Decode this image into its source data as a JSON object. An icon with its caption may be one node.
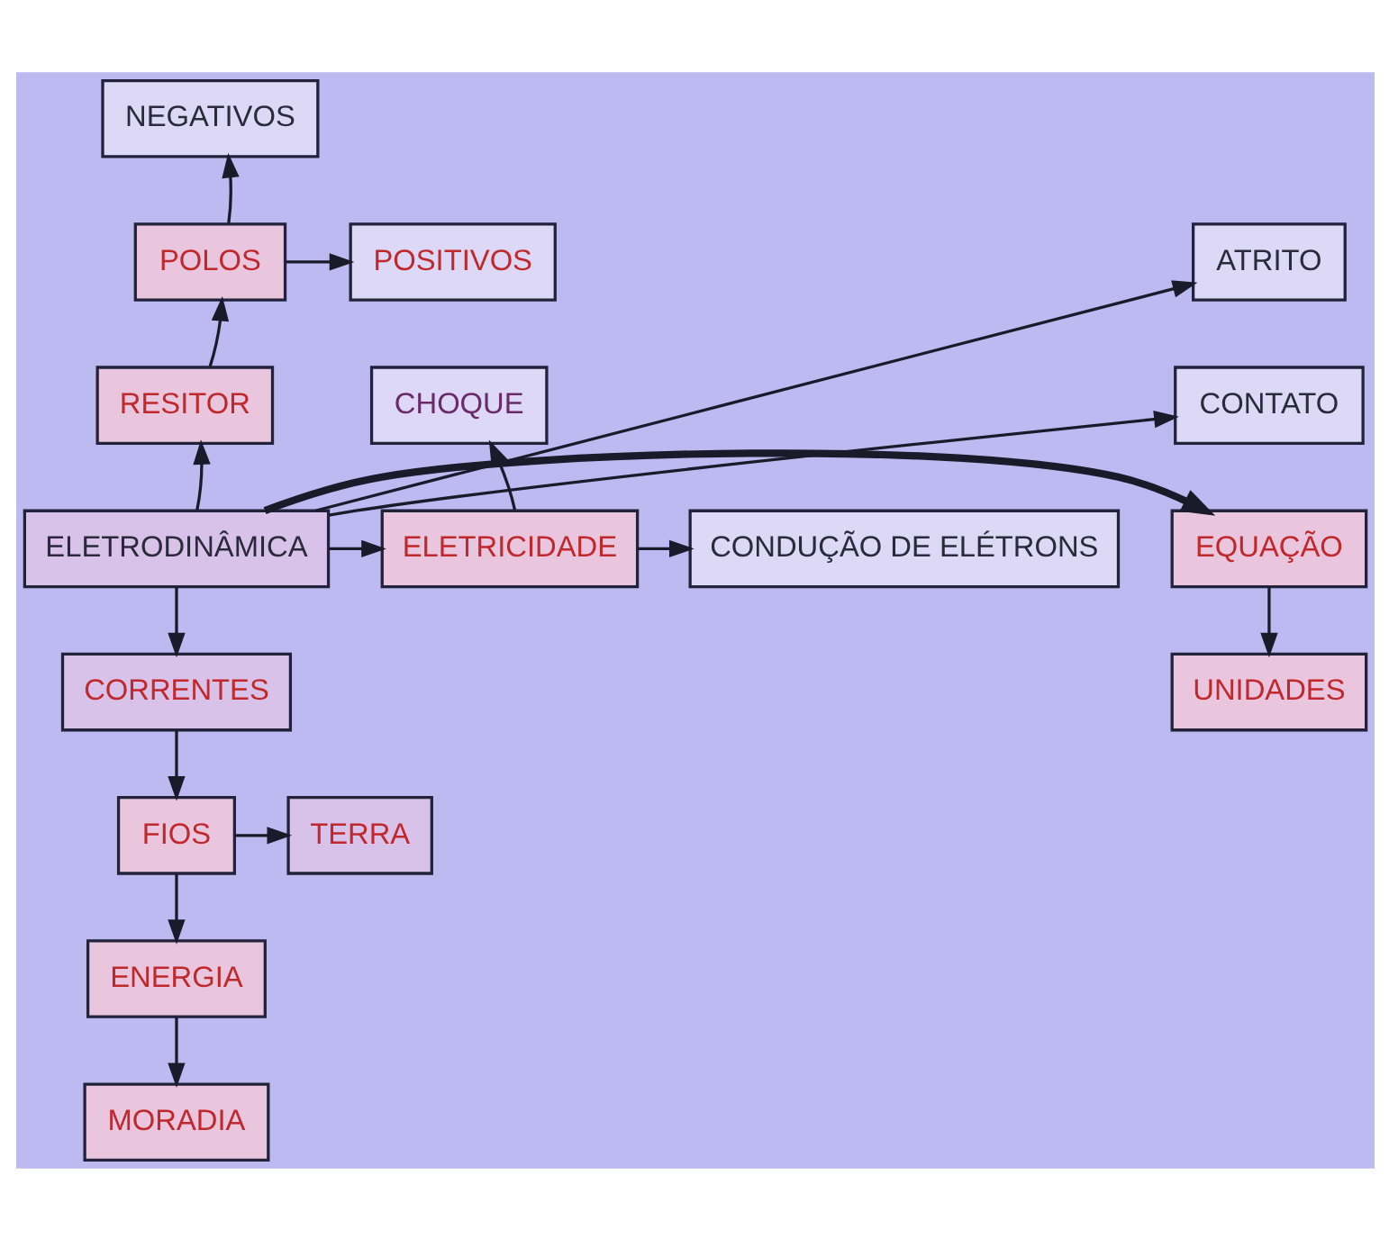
{
  "diagram": {
    "nodes": [
      {
        "text": [
          "NEGATIVOS"
        ]
      },
      {
        "text": [
          "ATRITO"
        ]
      },
      {
        "text": [
          "POLOS"
        ]
      },
      {
        "text": [
          "POSITIVOS"
        ]
      },
      {
        "text": [
          "CONTATO"
        ]
      },
      {
        "text": [
          "RESITOR"
        ]
      },
      {
        "text": [
          "CHOQUE"
        ]
      },
      {
        "text": [
          "EQUAÇÃO"
        ]
      },
      {
        "text": [
          "ELETRODINÂMICA"
        ]
      },
      {
        "text": [
          "ELETRICIDADE"
        ]
      },
      {
        "text": [
          "CONDUÇÃO DE ELÉTRONS"
        ]
      },
      {
        "text": [
          "UNIDADES"
        ]
      },
      {
        "text": [
          "CORRENTES"
        ]
      },
      {
        "text": [
          "FIOS"
        ]
      },
      {
        "text": [
          "TERRA"
        ]
      },
      {
        "text": [
          "ENERGIA"
        ]
      },
      {
        "text": [
          "MORADIA"
        ]
      }
    ],
    "edges": [
      {
        "from": 8,
        "to": 1,
        "arrow": "to"
      },
      {
        "from": 8,
        "to": 4,
        "arrow": "to"
      },
      {
        "from": 8,
        "to": 7,
        "arrow": "to",
        "style": "thick"
      },
      {
        "from": 8,
        "to": 5,
        "arrow": "to"
      },
      {
        "from": 5,
        "to": 2,
        "arrow": "to"
      },
      {
        "from": 2,
        "to": 0,
        "arrow": "to"
      },
      {
        "from": 2,
        "to": 3,
        "arrow": "to"
      },
      {
        "from": 8,
        "to": 9,
        "arrow": "to"
      },
      {
        "from": 9,
        "to": 6,
        "arrow": "to"
      },
      {
        "from": 9,
        "to": 10,
        "arrow": "to"
      },
      {
        "from": 7,
        "to": 11,
        "arrow": "to"
      },
      {
        "from": 8,
        "to": 12,
        "arrow": "to"
      },
      {
        "from": 12,
        "to": 13,
        "arrow": "to"
      },
      {
        "from": 13,
        "to": 14,
        "arrow": "to"
      },
      {
        "from": 13,
        "to": 15,
        "arrow": "to"
      },
      {
        "from": 15,
        "to": 16,
        "arrow": "to"
      }
    ]
  }
}
